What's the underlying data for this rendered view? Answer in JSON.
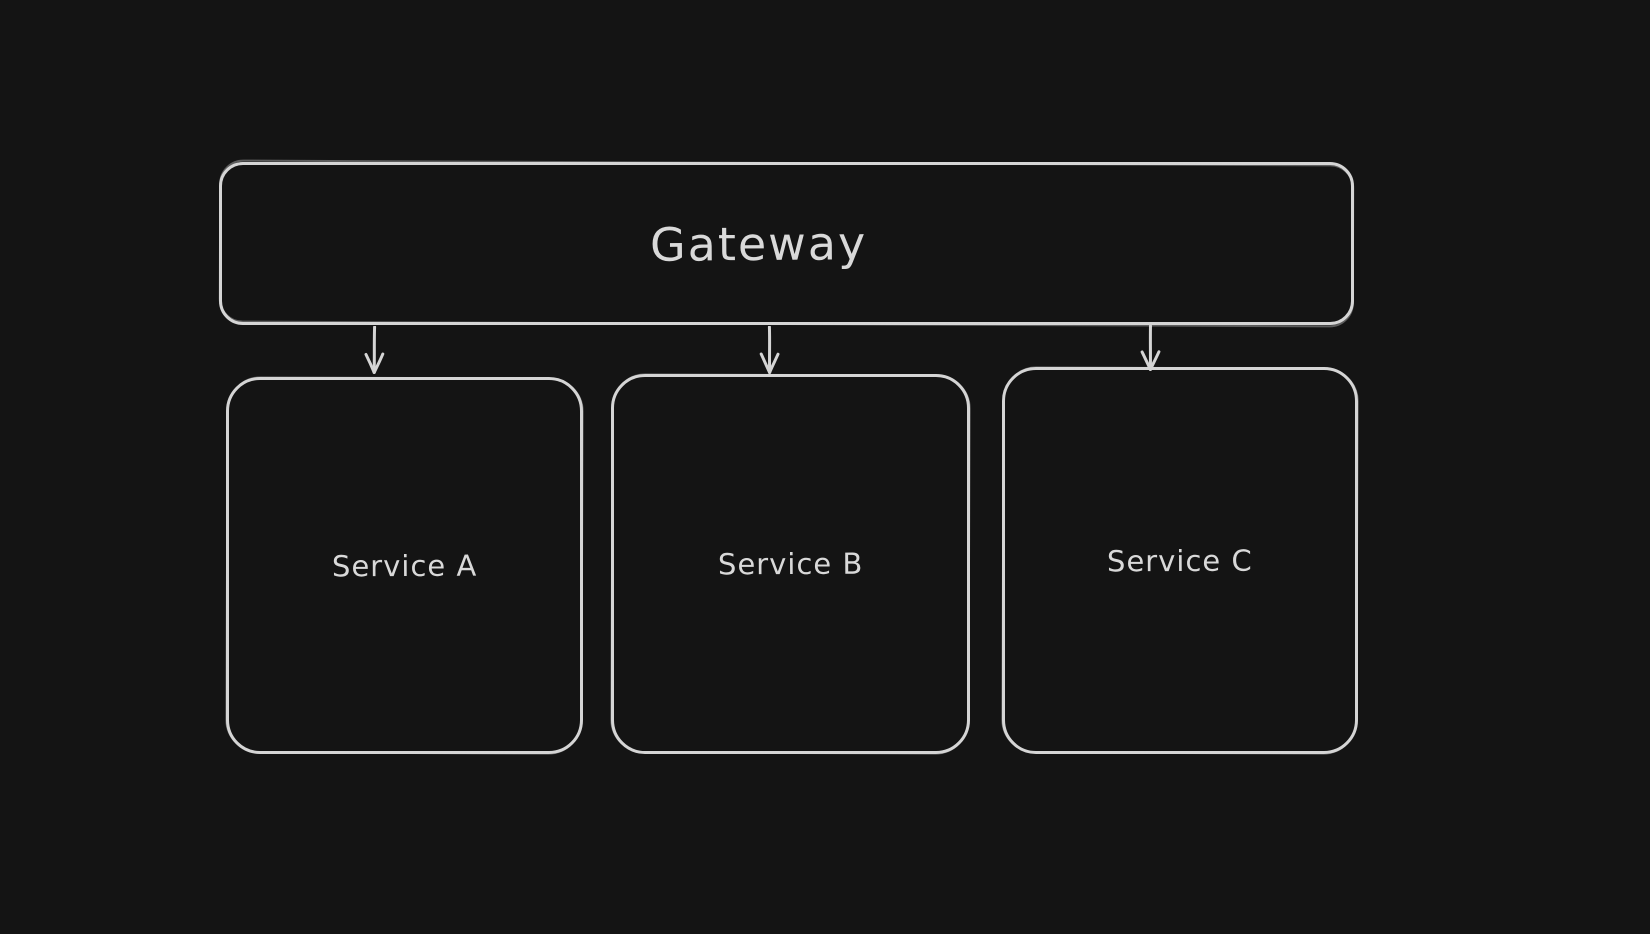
{
  "diagram": {
    "colors": {
      "background": "#141414",
      "stroke": "#d5d5d5",
      "text": "#d9d9d9"
    },
    "nodes": [
      {
        "id": "gateway",
        "label": "Gateway",
        "shape": "rounded-rectangle"
      },
      {
        "id": "service-a",
        "label": "Service A",
        "shape": "rounded-rectangle"
      },
      {
        "id": "service-b",
        "label": "Service B",
        "shape": "rounded-rectangle"
      },
      {
        "id": "service-c",
        "label": "Service C",
        "shape": "rounded-rectangle"
      }
    ],
    "edges": [
      {
        "from": "gateway",
        "to": "service-a",
        "style": "arrow-down"
      },
      {
        "from": "gateway",
        "to": "service-b",
        "style": "arrow-down"
      },
      {
        "from": "gateway",
        "to": "service-c",
        "style": "arrow-down"
      }
    ]
  }
}
